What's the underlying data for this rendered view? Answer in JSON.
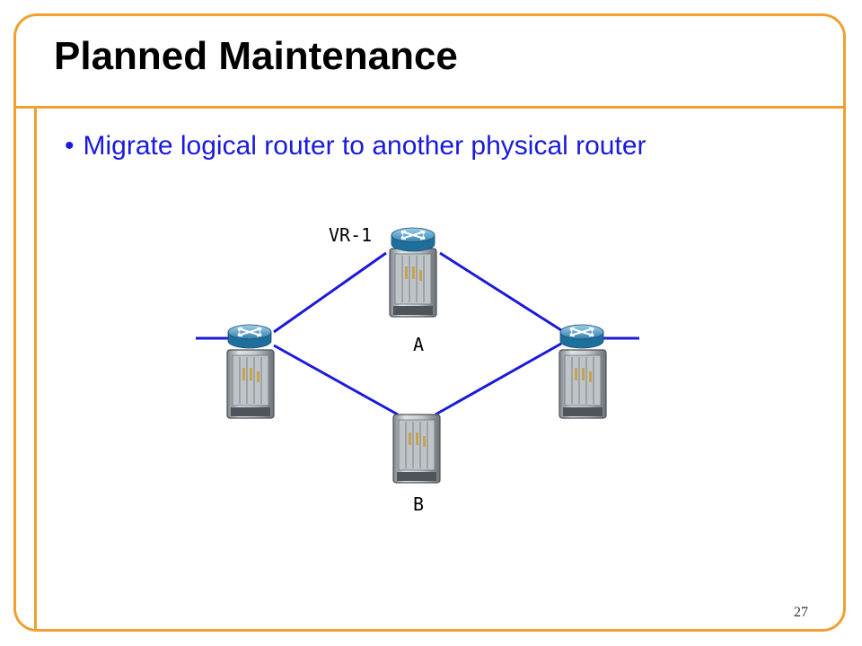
{
  "slide": {
    "title": "Planned Maintenance",
    "bullet": "Migrate logical router to another physical router",
    "page_number": "27"
  },
  "diagram": {
    "labels": {
      "vr": "VR-1",
      "a": "A",
      "b": "B"
    },
    "nodes": [
      {
        "id": "left",
        "kind": "router-with-chassis"
      },
      {
        "id": "A",
        "kind": "router-with-chassis",
        "virtual_router": "VR-1"
      },
      {
        "id": "right",
        "kind": "router-with-chassis"
      },
      {
        "id": "B",
        "kind": "chassis"
      }
    ],
    "edges": [
      [
        "left",
        "A"
      ],
      [
        "A",
        "right"
      ],
      [
        "left",
        "B"
      ],
      [
        "B",
        "right"
      ]
    ],
    "colors": {
      "frame": "#f0a030",
      "link": "#1a1adc",
      "text_bullet": "#1a1adc"
    }
  }
}
